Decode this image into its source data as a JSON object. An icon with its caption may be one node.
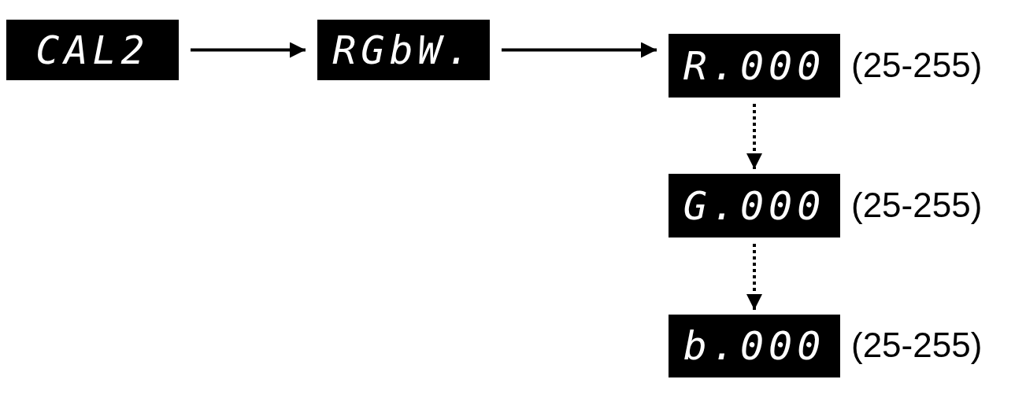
{
  "diagram": {
    "nodes": [
      {
        "text": [
          "CAL2"
        ]
      },
      {
        "text": [
          "RGbW."
        ]
      },
      {
        "text": [
          "R.000"
        ],
        "beside": [
          "(25-255)"
        ]
      },
      {
        "text": [
          "G.000"
        ],
        "beside": [
          "(25-255)"
        ]
      },
      {
        "text": [
          "b.000"
        ],
        "beside": [
          "(25-255)"
        ]
      }
    ],
    "edges": [
      {
        "from": 0,
        "to": 1,
        "arrow": "to"
      },
      {
        "from": 1,
        "to": 2,
        "arrow": "to"
      },
      {
        "from": 2,
        "to": 3,
        "arrow": "to",
        "style": "dashed"
      },
      {
        "from": 3,
        "to": 4,
        "arrow": "to",
        "style": "dashed"
      }
    ]
  }
}
